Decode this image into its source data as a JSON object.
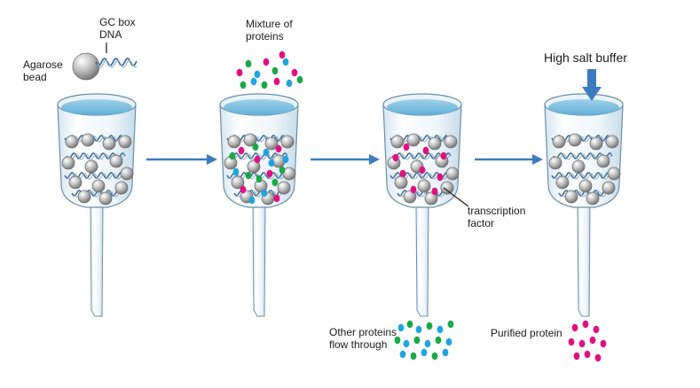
{
  "labels": {
    "gc_box_line1": "GC box",
    "gc_box_line2": "DNA",
    "agarose_line1": "Agarose",
    "agarose_line2": "bead",
    "mixture_line1": "Mixture of",
    "mixture_line2": "proteins",
    "high_salt": "High salt buffer",
    "tf_line1": "transcription",
    "tf_line2": "factor",
    "other_line1": "Other proteins",
    "other_line2": "flow through",
    "purified": "Purified protein"
  },
  "colors": {
    "magenta": "#e0117f",
    "cyan": "#1ea5e0",
    "green": "#1aa84b",
    "arrow": "#3d7bbf",
    "bead": "#a6a6a6",
    "dna": "#5a7fa8",
    "liquid": "#7fc0df"
  },
  "columns": [
    {
      "step": 1,
      "contents": "beads-dna"
    },
    {
      "step": 2,
      "contents": "beads-dna-mixed-proteins"
    },
    {
      "step": 3,
      "contents": "beads-dna-bound-factor"
    },
    {
      "step": 4,
      "contents": "beads-dna-washed"
    }
  ]
}
